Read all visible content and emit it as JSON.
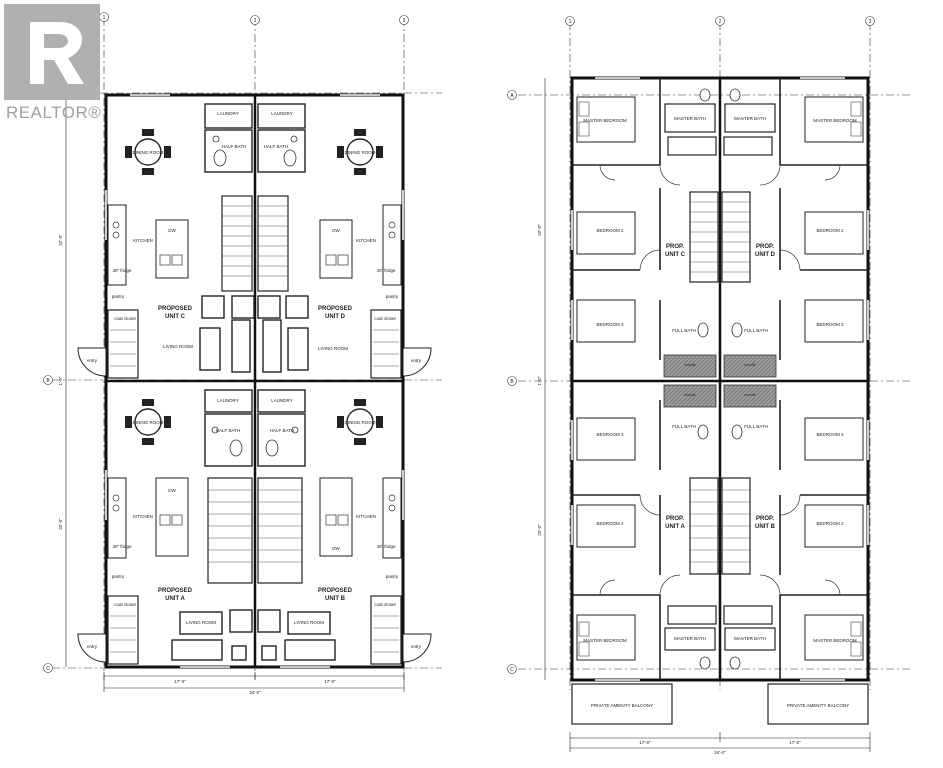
{
  "logo": {
    "text": "REALTOR®"
  },
  "grid_labels": {
    "numbers": [
      "1",
      "2",
      "3"
    ],
    "letters": [
      "A",
      "B",
      "C"
    ]
  },
  "main_floor": {
    "units": [
      {
        "name_line1": "PROPOSED",
        "name_line2": "UNIT C"
      },
      {
        "name_line1": "PROPOSED",
        "name_line2": "UNIT D"
      },
      {
        "name_line1": "PROPOSED",
        "name_line2": "UNIT A"
      },
      {
        "name_line1": "PROPOSED",
        "name_line2": "UNIT B"
      }
    ],
    "rooms": {
      "laundry": "LAUNDRY",
      "half_bath": "HALF BATH",
      "dining_room": "DINING ROOM",
      "kitchen": "KITCHEN",
      "living_room": "LIVING ROOM",
      "entry": "entry",
      "coat_closet": "coat closet",
      "pantry": "pantry",
      "dw": "DW",
      "fridge": "30\" fridge"
    },
    "dims": {
      "depth": "32'-0\"",
      "width_half": "17'-0\"",
      "width_total": "34'-0\"",
      "mid": "1'-0\""
    }
  },
  "upper_floor": {
    "units": [
      {
        "name_line1": "PROP.",
        "name_line2": "UNIT C"
      },
      {
        "name_line1": "PROP.",
        "name_line2": "UNIT D"
      },
      {
        "name_line1": "PROP.",
        "name_line2": "UNIT A"
      },
      {
        "name_line1": "PROP.",
        "name_line2": "UNIT B"
      }
    ],
    "rooms": {
      "master_bedroom": "MASTER BEDROOM",
      "master_bath": "MASTER BATH",
      "bedroom_2": "BEDROOM 2",
      "bedroom_3": "BEDROOM 3",
      "full_bath": "FULL BATH",
      "balcony": "PRIVATE AMENITY BALCONY",
      "ensuite": "ensuite"
    },
    "dims": {
      "depth": "32'-0\"",
      "width_half": "17'-0\"",
      "width_total": "34'-0\"",
      "mid": "1'-0\""
    }
  }
}
